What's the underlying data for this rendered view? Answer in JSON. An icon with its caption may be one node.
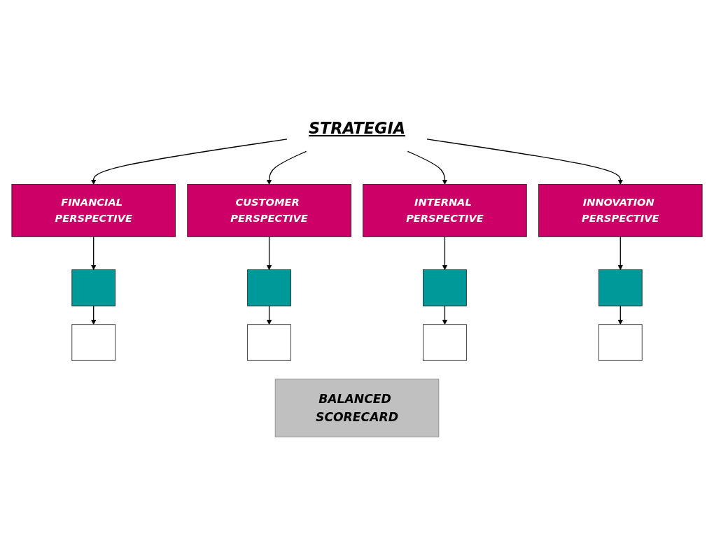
{
  "diagram": {
    "nodes": [
      {
        "text": [
          "STRATEGIA"
        ]
      },
      {
        "text": [
          "FINANCIAL PERSPECTIVE"
        ]
      },
      {
        "text": [
          "CUSTOMER PERSPECTIVE"
        ]
      },
      {
        "text": [
          "INTERNAL PERSPECTIVE"
        ]
      },
      {
        "text": [
          "INNOVATION PERSPECTIVE"
        ]
      },
      {
        "text": [],
        "shape": "box"
      },
      {
        "text": [],
        "shape": "box"
      },
      {
        "text": [],
        "shape": "box"
      },
      {
        "text": [],
        "shape": "box"
      },
      {
        "text": [],
        "shape": "box"
      },
      {
        "text": [],
        "shape": "box"
      },
      {
        "text": [],
        "shape": "box"
      },
      {
        "text": [],
        "shape": "box"
      },
      {
        "text": [
          "BALANCED SCORECARD"
        ]
      }
    ],
    "edges": [
      {
        "from": 0,
        "to": 1,
        "arrow": "to"
      },
      {
        "from": 0,
        "to": 2,
        "arrow": "to"
      },
      {
        "from": 0,
        "to": 3,
        "arrow": "to"
      },
      {
        "from": 0,
        "to": 4,
        "arrow": "to"
      },
      {
        "from": 1,
        "to": 5,
        "arrow": "to"
      },
      {
        "from": 2,
        "to": 6,
        "arrow": "to"
      },
      {
        "from": 3,
        "to": 7,
        "arrow": "to"
      },
      {
        "from": 4,
        "to": 8,
        "arrow": "to"
      },
      {
        "from": 5,
        "to": 9,
        "arrow": "to"
      },
      {
        "from": 6,
        "to": 10,
        "arrow": "to"
      },
      {
        "from": 7,
        "to": 11,
        "arrow": "to"
      },
      {
        "from": 8,
        "to": 12,
        "arrow": "to"
      }
    ]
  }
}
